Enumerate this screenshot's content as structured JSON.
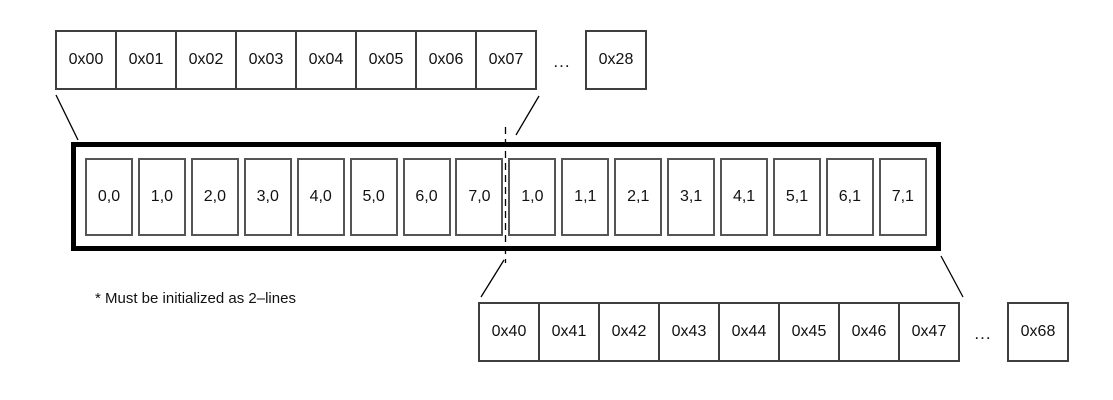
{
  "diagram": {
    "top_row": {
      "cells": [
        "0x00",
        "0x01",
        "0x02",
        "0x03",
        "0x04",
        "0x05",
        "0x06",
        "0x07"
      ],
      "ellipsis": "...",
      "last_cell": "0x28"
    },
    "buffer_box": {
      "cells": [
        "0,0",
        "1,0",
        "2,0",
        "3,0",
        "4,0",
        "5,0",
        "6,0",
        "7,0",
        "1,0",
        "1,1",
        "2,1",
        "3,1",
        "4,1",
        "5,1",
        "6,1",
        "7,1"
      ]
    },
    "bottom_row": {
      "cells": [
        "0x40",
        "0x41",
        "0x42",
        "0x43",
        "0x44",
        "0x45",
        "0x46",
        "0x47"
      ],
      "ellipsis": "...",
      "last_cell": "0x68"
    },
    "note": "* Must be initialized as 2–lines",
    "colors": {
      "line": "#000000",
      "row_box_border": "#3f3f3f",
      "cell_border": "#555555",
      "text": "#111111",
      "bg": "#ffffff"
    }
  }
}
